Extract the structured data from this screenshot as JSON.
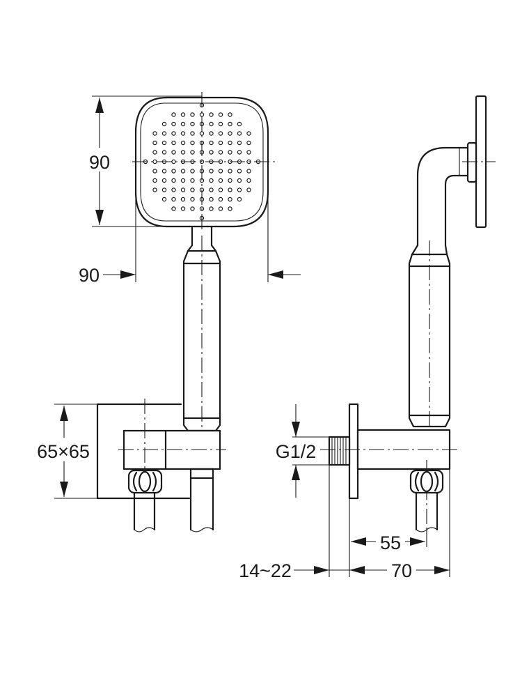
{
  "dimensions": {
    "head_height": "90",
    "head_width": "90",
    "bracket_size": "65×65",
    "thread": "G1/2",
    "wall_to_outlet": "55",
    "projection": "70",
    "wall_thickness": "14~22"
  }
}
